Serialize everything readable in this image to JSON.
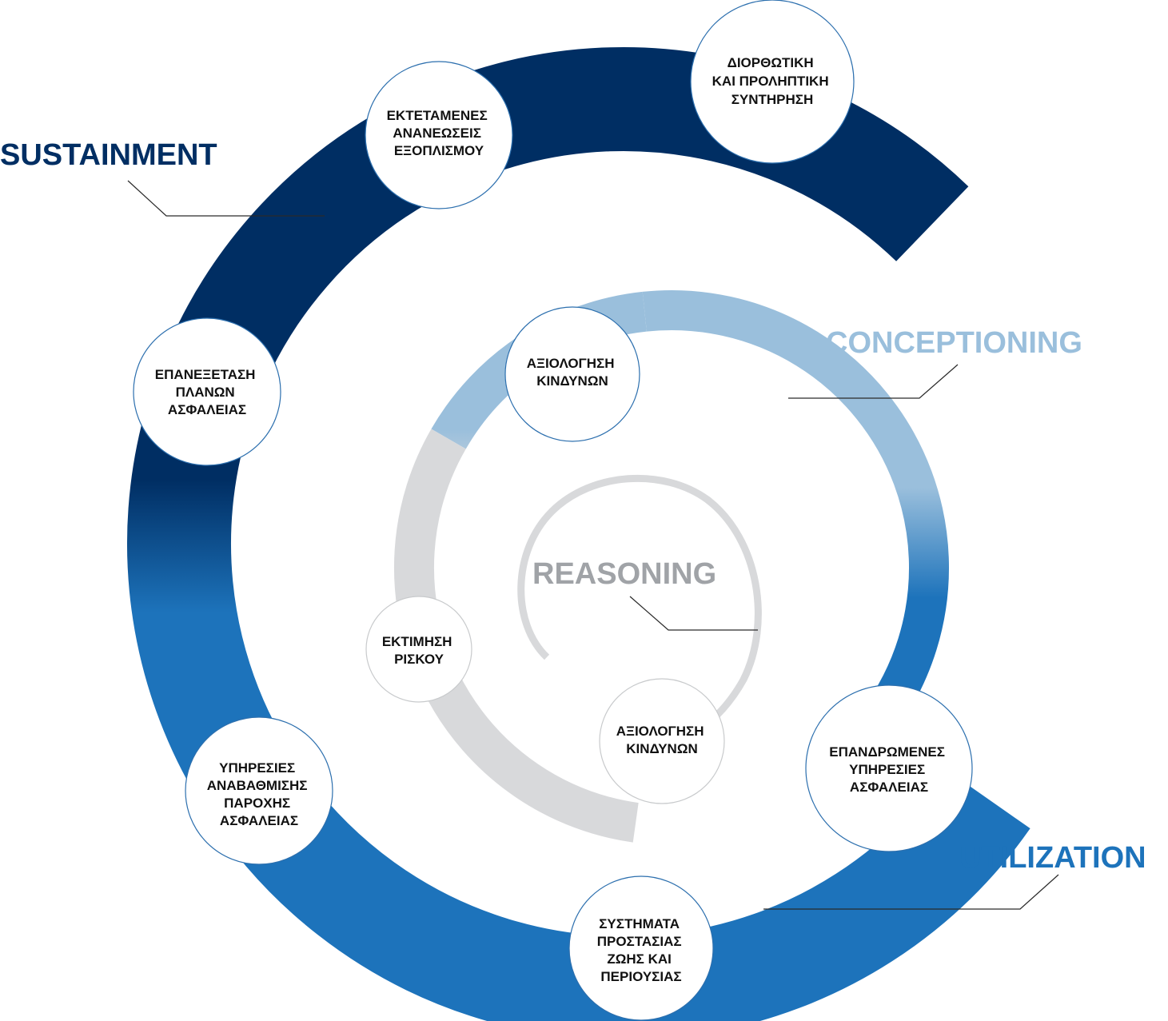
{
  "colors": {
    "sustainment": "#002e63",
    "utilization": "#1d73bb",
    "conceptioning": "#9abfdc",
    "reasoning": "#a0a3a7",
    "reasoning_ring": "#d8d9db",
    "leader": "#2a2a2a",
    "node_border": "#2c6fae"
  },
  "stages": [
    {
      "label": "SUSTAINMENT",
      "color": "#002e63"
    },
    {
      "label": "CONCEPTIONING",
      "color": "#9abfdc"
    },
    {
      "label": "REASONING",
      "color": "#a0a3a7"
    },
    {
      "label": "UTILIZATION",
      "color": "#1d73bb"
    }
  ],
  "nodes": [
    {
      "lines": [
        "ΕΚΤΕΤΑΜΕΝΕΣ",
        "ΑΝΑΝΕΩΣΕΙΣ",
        "ΕΞΟΠΛΙΣΜΟΥ"
      ]
    },
    {
      "lines": [
        "ΔΙΟΡΘΩΤΙΚΗ",
        "ΚΑΙ ΠΡΟΛΗΠΤΙΚΗ",
        "ΣΥΝΤΗΡΗΣΗ"
      ]
    },
    {
      "lines": [
        "ΕΠΑΝΕΞΕΤΑΣΗ",
        "ΠΛΑΝΩΝ",
        "ΑΣΦΑΛΕΙΑΣ"
      ]
    },
    {
      "lines": [
        "ΑΞΙΟΛΟΓΗΣΗ",
        "ΚΙΝΔΥΝΩΝ"
      ]
    },
    {
      "lines": [
        "ΕΚΤΙΜΗΣΗ",
        "ΡΙΣΚΟΥ"
      ]
    },
    {
      "lines": [
        "ΑΞΙΟΛΟΓΗΣΗ",
        "ΚΙΝΔΥΝΩΝ"
      ]
    },
    {
      "lines": [
        "ΕΠΑΝΔΡΩΜΕΝΕΣ",
        "ΥΠΗΡΕΣΙΕΣ",
        "ΑΣΦΑΛΕΙΑΣ"
      ]
    },
    {
      "lines": [
        "ΥΠΗΡΕΣΙΕΣ",
        "ΑΝΑΒΑΘΜΙΣΗΣ",
        "ΠΑΡΟΧΗΣ",
        "ΑΣΦΑΛΕΙΑΣ"
      ]
    },
    {
      "lines": [
        "ΣΥΣΤΗΜΑΤΑ",
        "ΠΡΟΣΤΑΣΙΑΣ",
        "ΖΩΗΣ ΚΑΙ",
        "ΠΕΡΙΟΥΣΙΑΣ"
      ]
    }
  ]
}
